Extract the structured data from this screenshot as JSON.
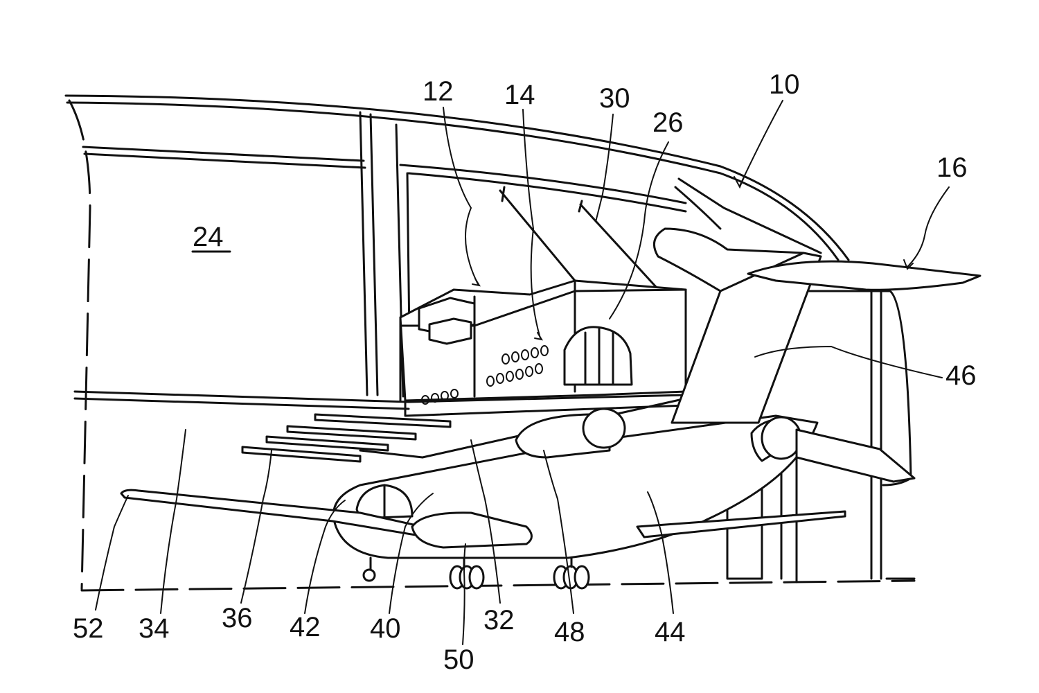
{
  "figure": {
    "labels": {
      "l10": "10",
      "l12": "12",
      "l14": "14",
      "l16": "16",
      "l24": "24",
      "l26": "26",
      "l30": "30",
      "l32": "32",
      "l34": "34",
      "l36": "36",
      "l40": "40",
      "l42": "42",
      "l44": "44",
      "l46": "46",
      "l48": "48",
      "l50": "50",
      "l52": "52"
    }
  }
}
